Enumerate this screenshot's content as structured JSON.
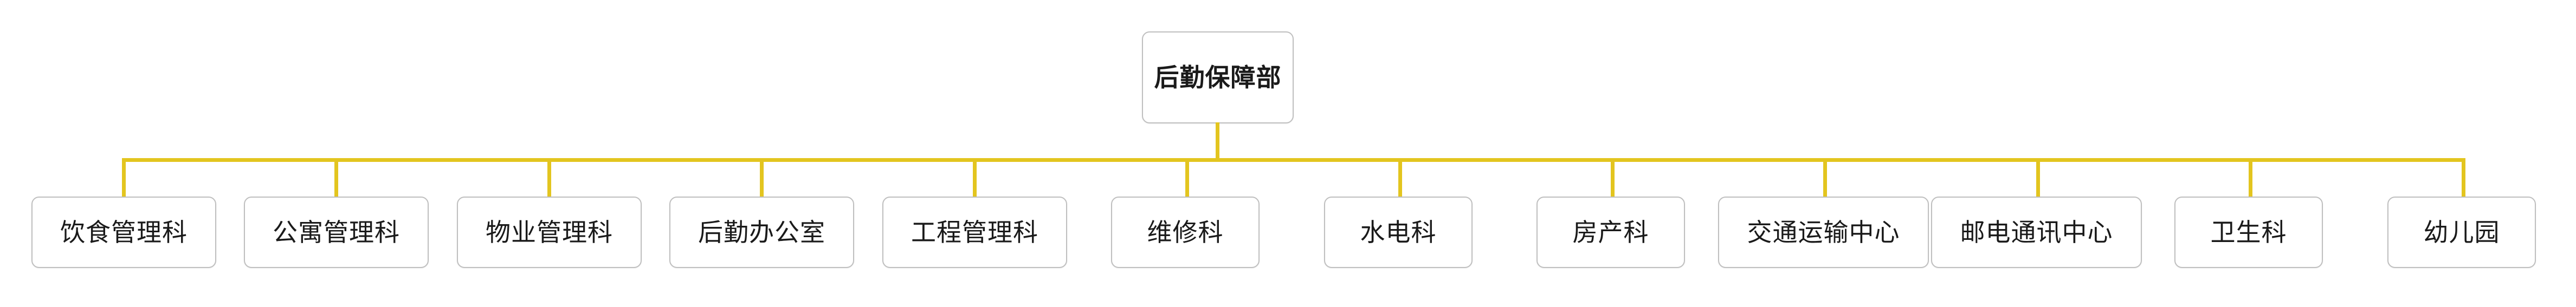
{
  "diagram": {
    "type": "organization-chart",
    "orientation": "top-down",
    "connector_color": "#e3c51f",
    "node_border_color": "#bfbfbf",
    "node_fill_color": "#ffffff",
    "text_color": "#1a1a1a",
    "root": {
      "label": "后勤保障部"
    },
    "children": [
      {
        "label": "饮食管理科"
      },
      {
        "label": "公寓管理科"
      },
      {
        "label": "物业管理科"
      },
      {
        "label": "后勤办公室"
      },
      {
        "label": "工程管理科"
      },
      {
        "label": "维修科"
      },
      {
        "label": "水电科"
      },
      {
        "label": "房产科"
      },
      {
        "label": "交通运输中心"
      },
      {
        "label": "邮电通讯中心"
      },
      {
        "label": "卫生科"
      },
      {
        "label": "幼儿园"
      }
    ]
  }
}
